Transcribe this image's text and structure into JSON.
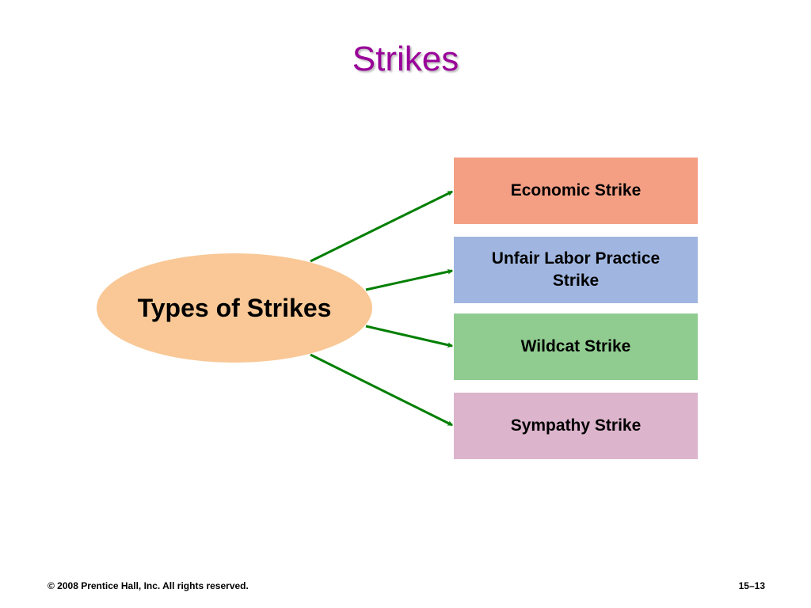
{
  "title": "Strikes",
  "center": {
    "label": "Types of Strikes",
    "color": "#F9C896"
  },
  "arrow_color": "#007F00",
  "boxes": [
    {
      "label": "Economic Strike",
      "color": "#F49F84"
    },
    {
      "label": "Unfair Labor Practice Strike",
      "color": "#A0B6E0"
    },
    {
      "label": "Wildcat Strike",
      "color": "#90CC90"
    },
    {
      "label": "Sympathy Strike",
      "color": "#DCB4CC"
    }
  ],
  "footer": {
    "copyright": "© 2008 Prentice Hall, Inc. All rights reserved.",
    "page_number": "15–13"
  }
}
